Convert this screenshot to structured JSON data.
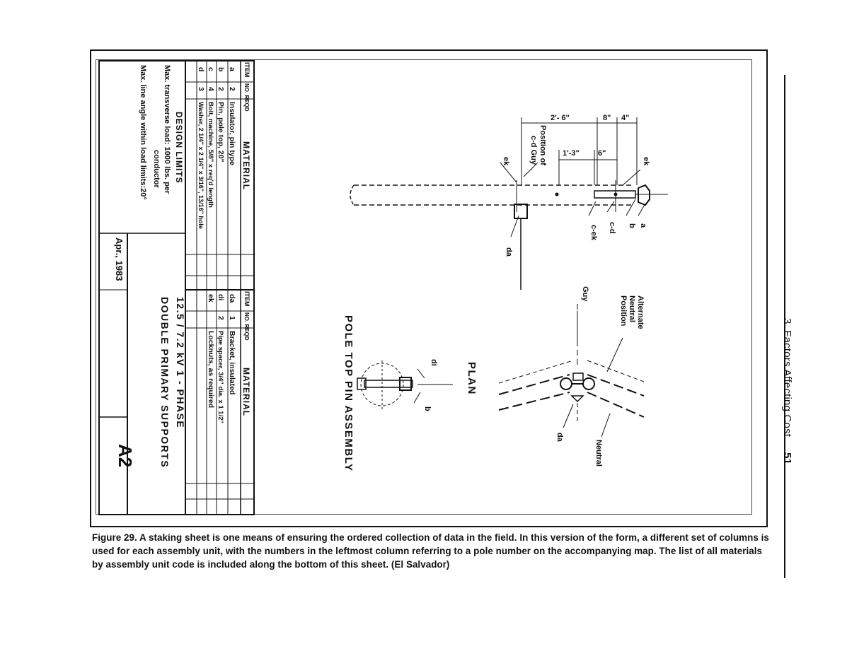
{
  "running_header": {
    "chapter": "3. Factors Affecting Cost",
    "page_number": "51"
  },
  "caption": "Figure 29.  A staking sheet is one means of ensuring the ordered collection of data in the field.  In this version of the form, a different set of columns is used for each assembly unit, with the numbers in the leftmost column referring to a pole number on the accompanying map.  The list of all materials by assembly unit code is included along the bottom of this sheet.  (El Salvador)",
  "sheet": {
    "drawing_title": "POLE TOP PIN ASSEMBLY",
    "plan_label": "PLAN",
    "labels": {
      "alternate_neutral": [
        "Alternate",
        "Neutral",
        "Position"
      ],
      "guy": "Guy",
      "neutral": "Neutral",
      "position_of_guy": [
        "Position of",
        "c-d Guy"
      ],
      "ek_left": "ek",
      "ek_right": "ek",
      "da_side": "da",
      "da_plan": "da",
      "di_plan": "di",
      "b_plan": "b",
      "a": "a",
      "b": "b",
      "c_d": "c-d",
      "c_ek": "c-ek"
    },
    "dimensions": [
      "2'- 6\"",
      "8\"",
      "4\"",
      "1'-3\"",
      "6\""
    ],
    "table_headers": {
      "item": "ITEM",
      "no_reqd": "NO. REQD",
      "material": "MATERIAL"
    },
    "materials_left": [
      {
        "item": "a",
        "qty": "2",
        "material": "Insulator, pin type"
      },
      {
        "item": "b",
        "qty": "2",
        "material": "Pin, pole top, 20\""
      },
      {
        "item": "c",
        "qty": "4",
        "material": "Bolt, machine, 5/8\" x req'd length"
      },
      {
        "item": "d",
        "qty": "3",
        "material": "Washer, 2 1/4\" x 2 1/4\" x 3/16\", 13/16\" hole"
      }
    ],
    "materials_right": [
      {
        "item": "da",
        "qty": "1",
        "material": "Bracket, insulated"
      },
      {
        "item": "di",
        "qty": "2",
        "material": "Pipe spacer, 3/4\" dia. x 1 1/2\""
      },
      {
        "item": "ek",
        "qty": "",
        "material": "Locknuts, as required"
      }
    ],
    "design_limits": {
      "heading": "DESIGN LIMITS",
      "line1": "Max. transverse load: 1000 lbs. per",
      "line2": "conductor",
      "line3": "Max. line angle within load limits:20°"
    },
    "title_block": {
      "title_line1": "12.5 / 7.2 kV  1 - PHASE",
      "title_line2": "DOUBLE  PRIMARY  SUPPORTS",
      "date": "Apr., 1983",
      "sheet_code": "A2"
    }
  },
  "colors": {
    "ink": "#111111",
    "paper": "#ffffff"
  }
}
